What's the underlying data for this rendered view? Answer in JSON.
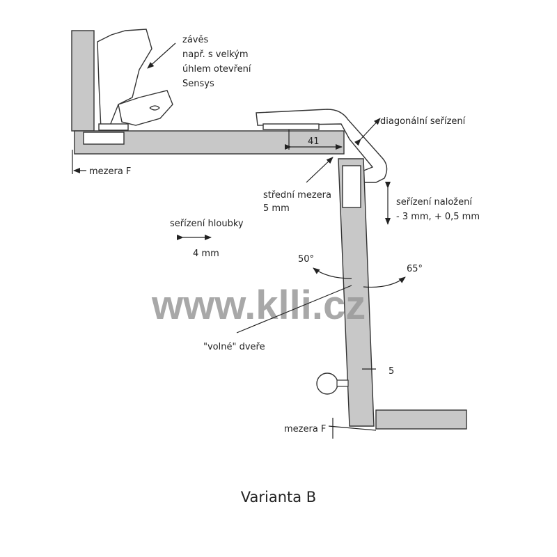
{
  "labels": {
    "hinge_line1": "závěs",
    "hinge_line2": "např. s velkým",
    "hinge_line3": "úhlem otevření",
    "hinge_line4": "Sensys",
    "diagonal_adjust": "diagonální seřízení",
    "dim_41": "41",
    "gap_f_top": "mezera F",
    "center_gap_line1": "střední mezera",
    "center_gap_line2": "5 mm",
    "overlay_adjust_line1": "seřízení naložení",
    "overlay_adjust_line2": "- 3 mm, + 0,5 mm",
    "depth_adjust": "seřízení hloubky",
    "depth_value": "4 mm",
    "angle_50": "50°",
    "angle_65": "65°",
    "free_door": "\"volné\" dveře",
    "dim_5": "5",
    "gap_f_bottom": "mezera F"
  },
  "watermark": "www.klli.cz",
  "caption": "Varianta B"
}
